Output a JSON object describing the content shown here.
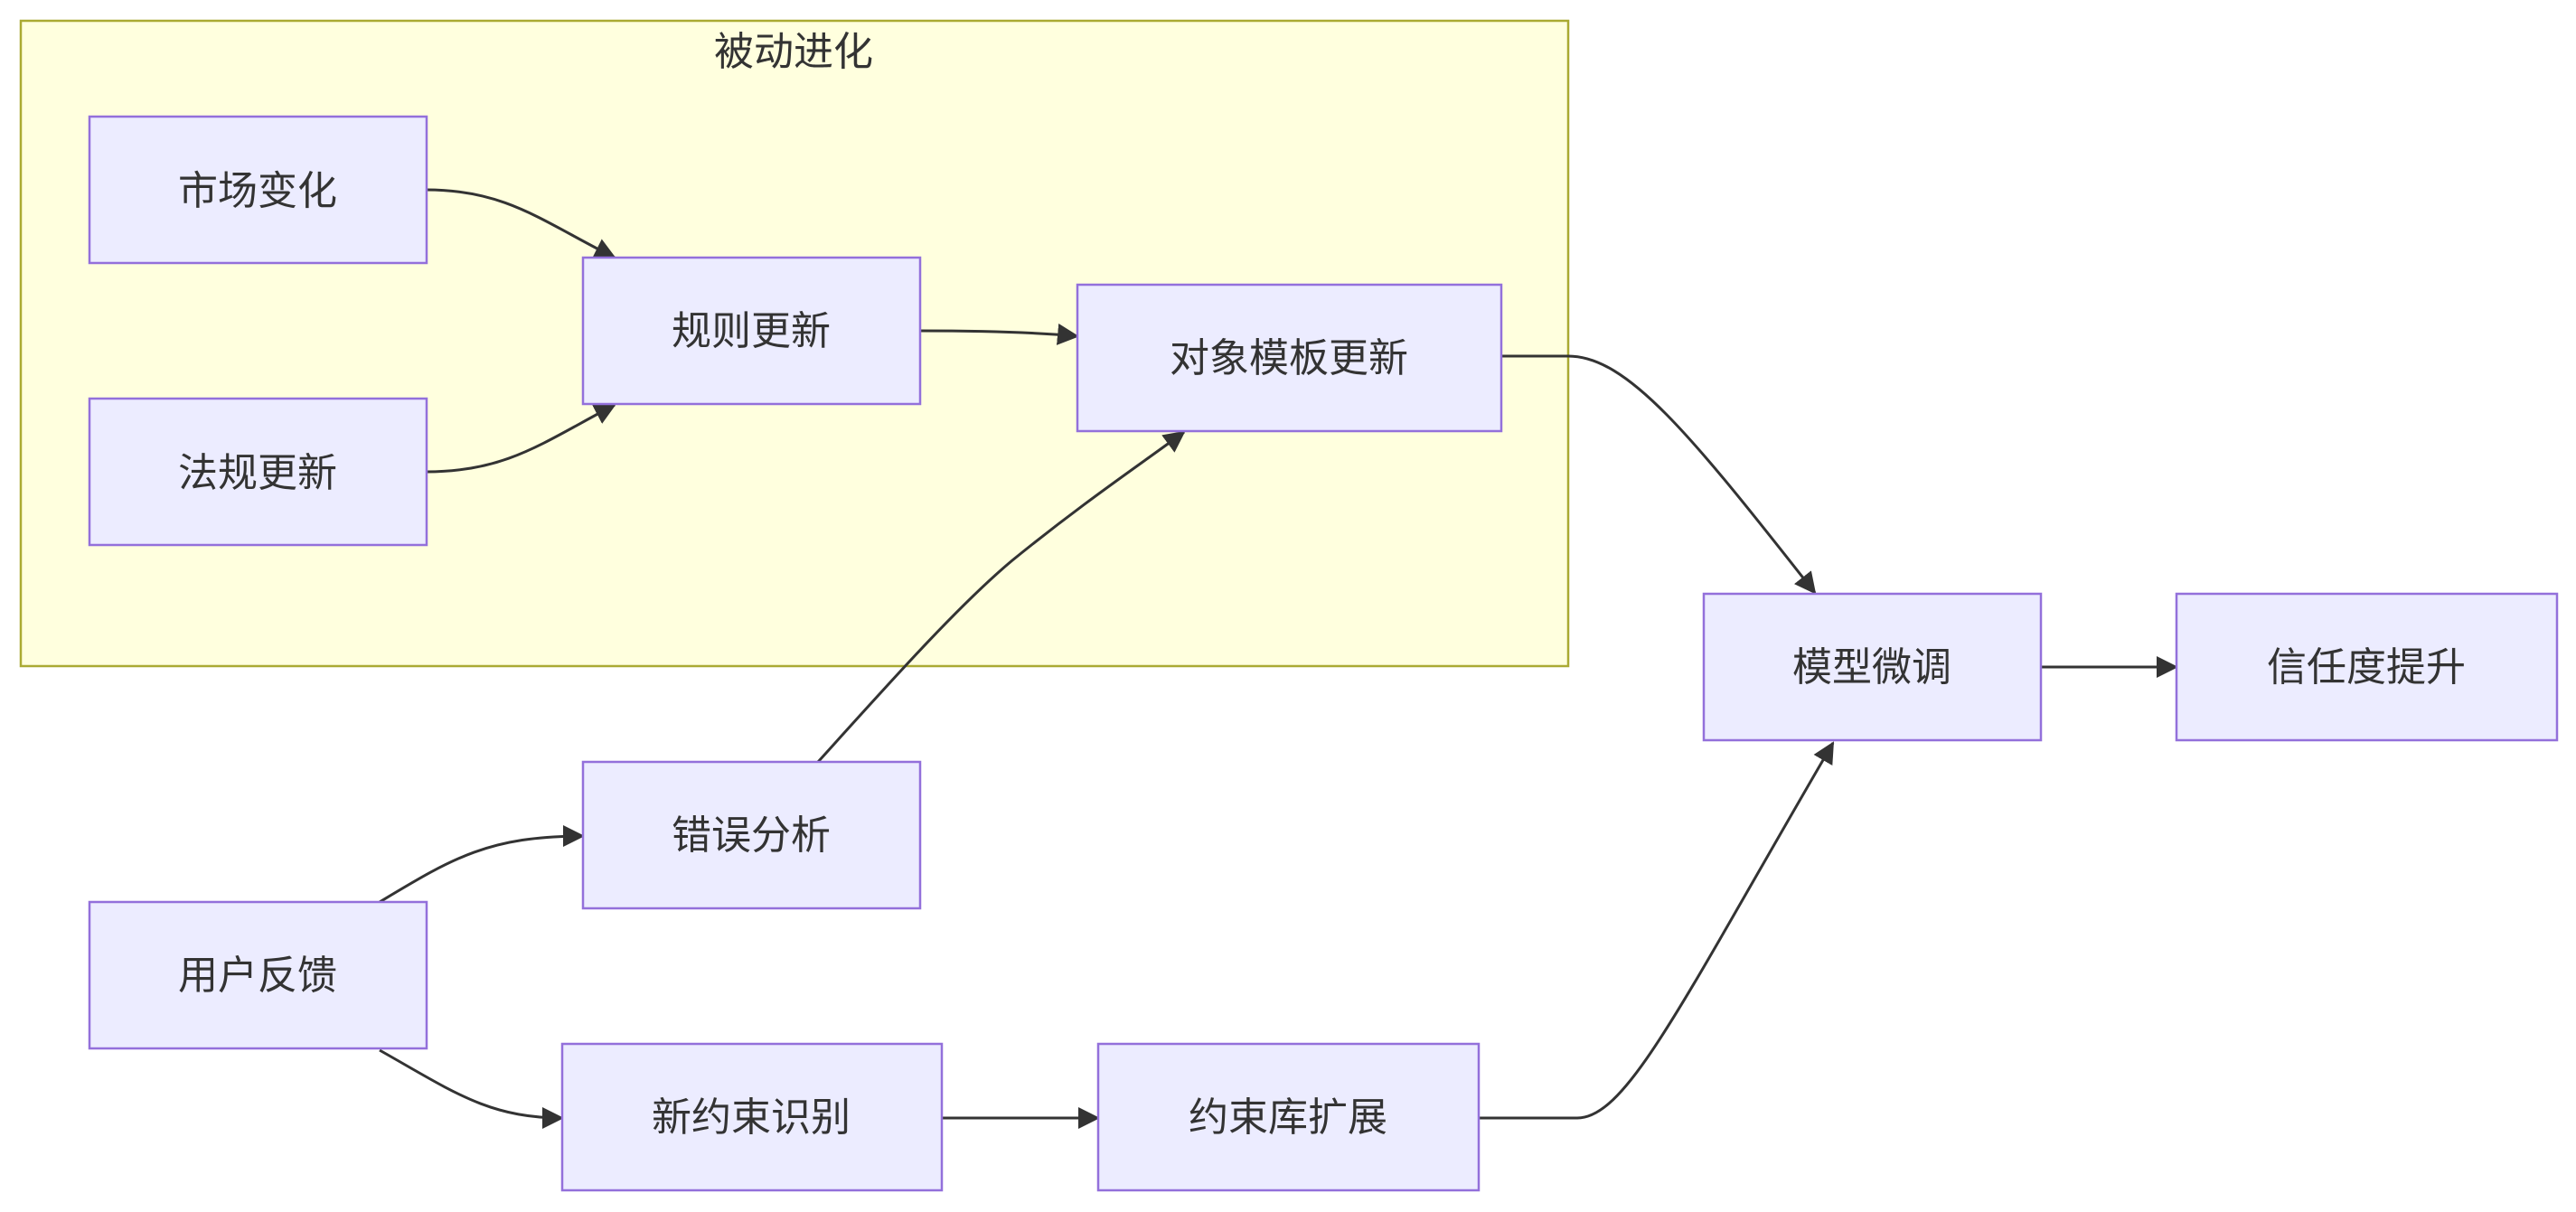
{
  "group": {
    "label": "被动进化"
  },
  "nodes": {
    "market_change": "市场变化",
    "regulation_update": "法规更新",
    "rule_update": "规则更新",
    "object_template_update": "对象模板更新",
    "model_finetune": "模型微调",
    "trust_boost": "信任度提升",
    "error_analysis": "错误分析",
    "user_feedback": "用户反馈",
    "new_constraint_identify": "新约束识别",
    "constraint_lib_expand": "约束库扩展"
  },
  "colors": {
    "node_fill": "#ececff",
    "node_stroke": "#9370db",
    "group_fill": "#ffffde",
    "group_stroke": "#aaaa33",
    "edge": "#333333"
  }
}
